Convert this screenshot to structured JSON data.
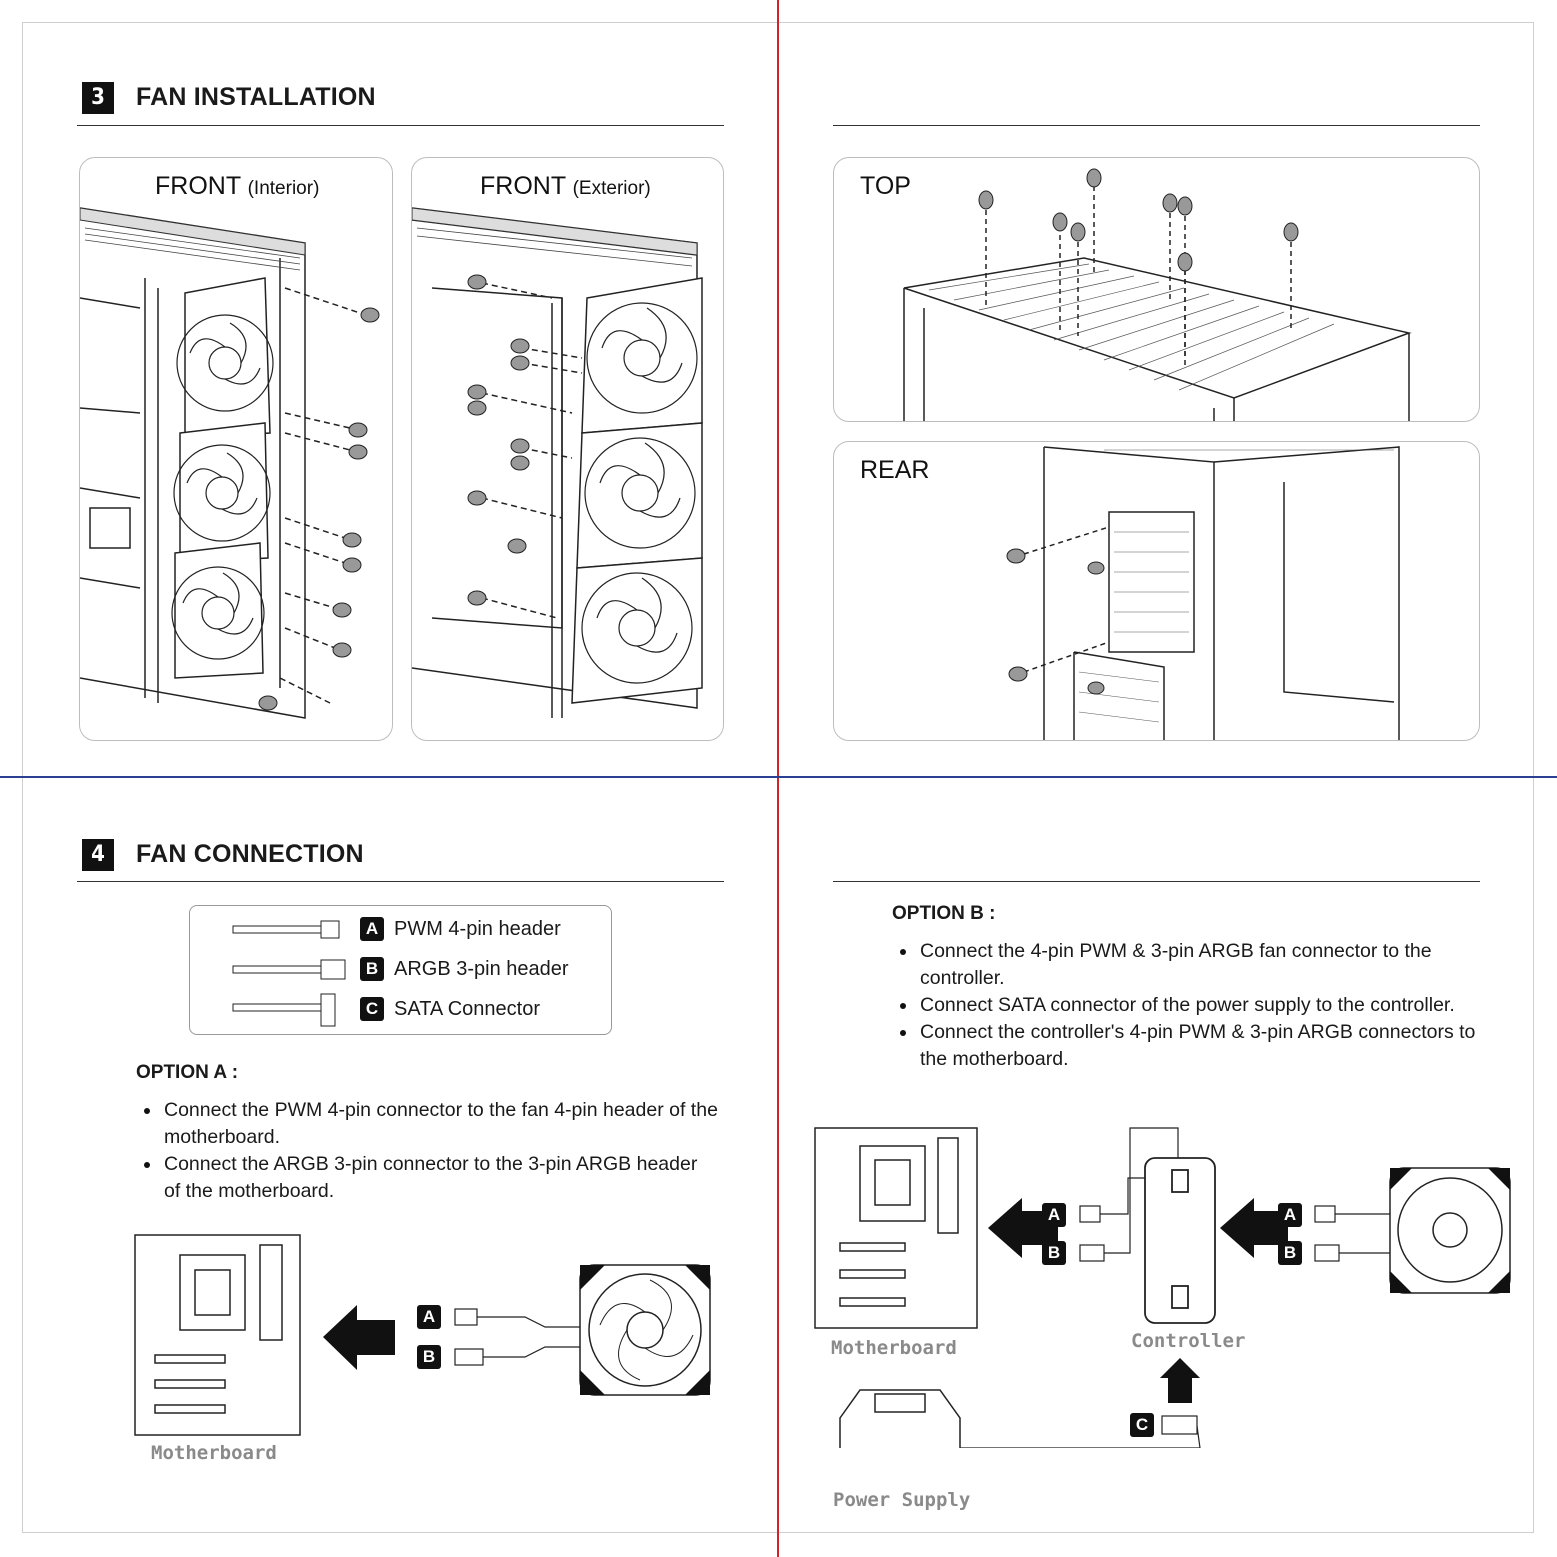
{
  "section3": {
    "number": "3",
    "title": "FAN INSTALLATION"
  },
  "panels": {
    "front_interior": {
      "label": "FRONT",
      "sub": "(Interior)"
    },
    "front_exterior": {
      "label": "FRONT",
      "sub": "(Exterior)"
    },
    "top": {
      "label": "TOP"
    },
    "rear": {
      "label": "REAR"
    }
  },
  "section4": {
    "number": "4",
    "title": "FAN CONNECTION"
  },
  "legend": [
    {
      "badge": "A",
      "text": "PWM 4-pin header"
    },
    {
      "badge": "B",
      "text": "ARGB 3-pin header"
    },
    {
      "badge": "C",
      "text": "SATA Connector"
    }
  ],
  "option_a": {
    "title": "OPTION A :",
    "bullets": [
      "Connect the PWM 4-pin connector to the fan 4-pin header of the motherboard.",
      "Connect the ARGB 3-pin connector to the 3-pin ARGB header of the motherboard."
    ],
    "captions": {
      "motherboard": "Motherboard"
    }
  },
  "option_b": {
    "title": "OPTION B :",
    "bullets": [
      "Connect the 4-pin PWM & 3-pin ARGB fan connector to the controller.",
      "Connect SATA connector of the power supply to the controller.",
      "Connect the controller's 4-pin PWM & 3-pin ARGB connectors to the motherboard."
    ],
    "captions": {
      "motherboard": "Motherboard",
      "controller": "Controller",
      "power_supply": "Power Supply"
    }
  },
  "badges": {
    "a": "A",
    "b": "B",
    "c": "C"
  }
}
